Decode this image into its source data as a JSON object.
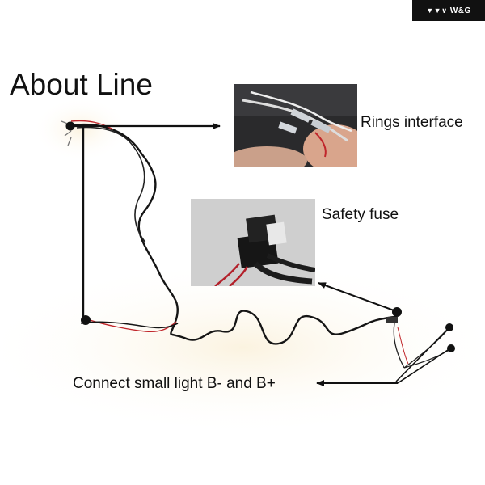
{
  "brand": {
    "logo_text": "W&G",
    "logo_icon": "wg-logo-icon"
  },
  "title": "About Line",
  "labels": {
    "rings_interface": "Rings interface",
    "safety_fuse": "Safety fuse",
    "connect_small_light": "Connect small light B- and B+"
  },
  "colors": {
    "background": "#ffffff",
    "wire": "#151515",
    "wire_red": "#c0262b",
    "pointer": "#111111",
    "brand_bar": "#111111"
  }
}
